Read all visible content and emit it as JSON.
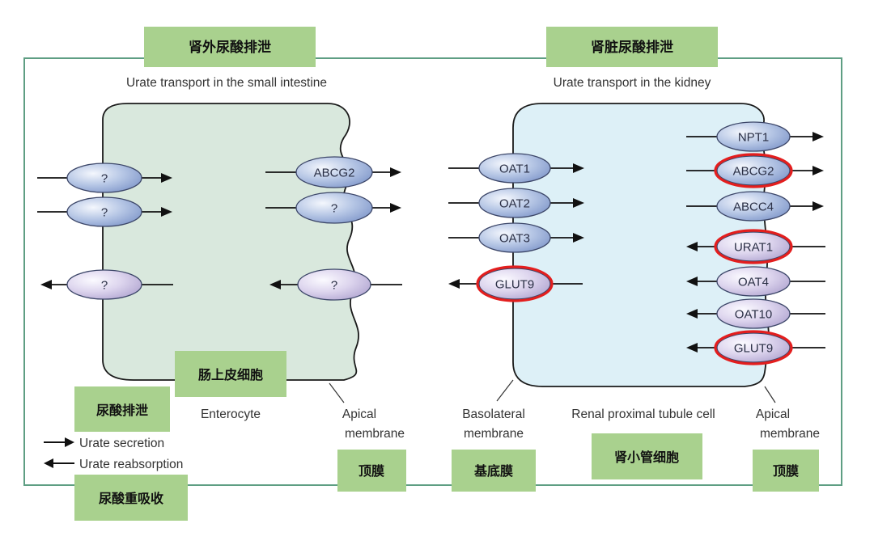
{
  "headers": {
    "left_cn": "肾外尿酸排泄",
    "right_cn": "肾脏尿酸排泄",
    "left_en": "Urate transport in the small intestine",
    "right_en": "Urate transport in the kidney"
  },
  "intestine": {
    "basolateral": [
      {
        "label": "?",
        "direction": "secretion"
      },
      {
        "label": "?",
        "direction": "secretion"
      },
      {
        "label": "?",
        "direction": "reabsorption"
      }
    ],
    "apical": [
      {
        "label": "ABCG2",
        "direction": "secretion"
      },
      {
        "label": "?",
        "direction": "secretion"
      },
      {
        "label": "?",
        "direction": "reabsorption"
      }
    ],
    "cell_cn": "肠上皮细胞",
    "cell_en": "Enterocyte",
    "membrane_en": "Apical membrane",
    "membrane_cn": "顶膜"
  },
  "kidney": {
    "basolateral": [
      {
        "label": "OAT1",
        "direction": "secretion",
        "highlight": false
      },
      {
        "label": "OAT2",
        "direction": "secretion",
        "highlight": false
      },
      {
        "label": "OAT3",
        "direction": "secretion",
        "highlight": false
      },
      {
        "label": "GLUT9",
        "direction": "reabsorption",
        "highlight": true
      }
    ],
    "apical": [
      {
        "label": "NPT1",
        "direction": "secretion",
        "highlight": false
      },
      {
        "label": "ABCG2",
        "direction": "secretion",
        "highlight": true
      },
      {
        "label": "ABCC4",
        "direction": "secretion",
        "highlight": false
      },
      {
        "label": "URAT1",
        "direction": "reabsorption",
        "highlight": true
      },
      {
        "label": "OAT4",
        "direction": "reabsorption",
        "highlight": false
      },
      {
        "label": "OAT10",
        "direction": "reabsorption",
        "highlight": false
      },
      {
        "label": "GLUT9",
        "direction": "reabsorption",
        "highlight": true
      }
    ],
    "basolateral_en": "Basolateral membrane",
    "basolateral_cn": "基底膜",
    "cell_en": "Renal proximal tubule cell",
    "cell_cn": "肾小管细胞",
    "apical_en": "Apical membrane",
    "apical_cn": "顶膜"
  },
  "legend": {
    "secretion_en": "Urate secretion",
    "reabsorption_en": "Urate reabsorption",
    "secretion_cn": "尿酸排泄",
    "reabsorption_cn": "尿酸重吸收"
  },
  "colors": {
    "frame": "#5e9e83",
    "enterocyte_fill": "#d9e8dd",
    "tubule_fill": "#ddf0f7",
    "green_label": "#a9d18e",
    "secretion_transporter": "#aebfe0",
    "reabsorption_transporter": "#d7cfe8",
    "highlight_ring": "#e31e1e"
  }
}
